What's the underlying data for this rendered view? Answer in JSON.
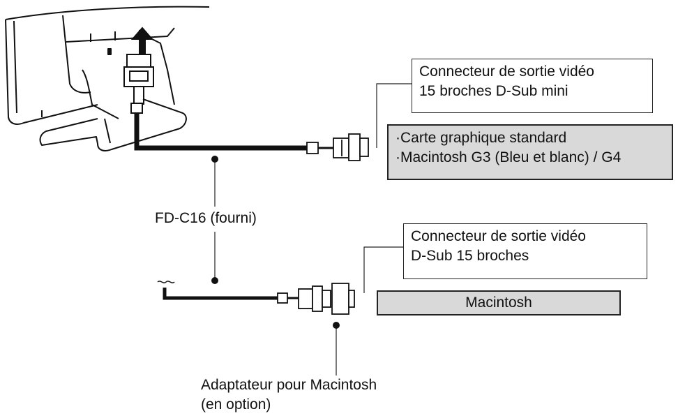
{
  "monitor_connector": {
    "line1": "Connecteur de sortie vidéo",
    "line2": "15 broches D-Sub mini"
  },
  "standard_cards": {
    "line1": "·Carte graphique standard",
    "line2": "·Macintosh G3 (Bleu et blanc) / G4"
  },
  "cable": {
    "label": "FD-C16 (fourni)"
  },
  "mac_connector": {
    "line1": "Connecteur de sortie vidéo",
    "line2": "D-Sub 15 broches"
  },
  "mac_box": {
    "label": "Macintosh"
  },
  "adapter": {
    "line1": "Adaptateur pour Macintosh",
    "line2": "(en option)"
  },
  "colors": {
    "line": "#111111",
    "gray_fill": "#d9d9d9"
  }
}
